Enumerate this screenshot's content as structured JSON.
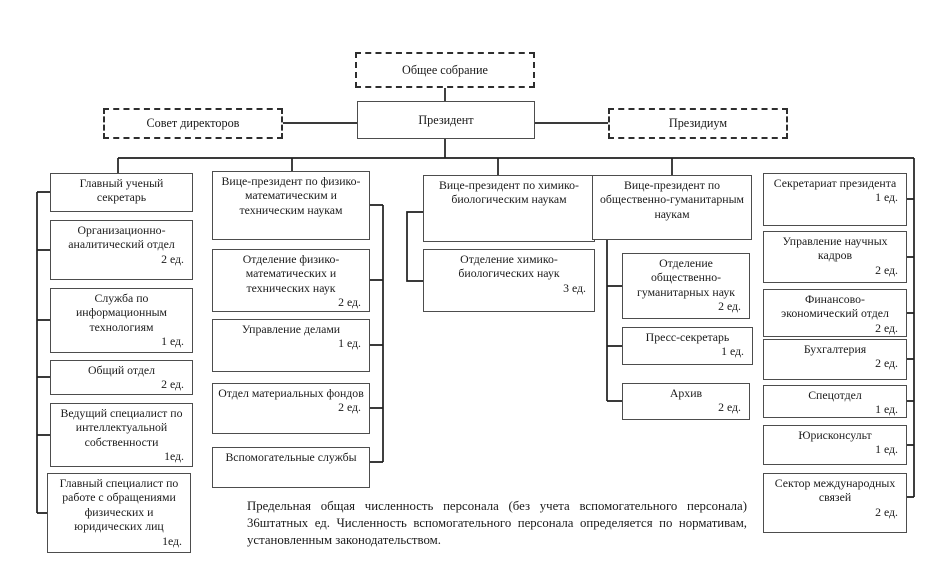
{
  "top_nodes": {
    "general_assembly": "Общее собрание",
    "board_of_directors": "Совет директоров",
    "president": "Президент",
    "presidium": "Президиум"
  },
  "columns": [
    {
      "boxes": [
        {
          "label": "Главный ученый секретарь"
        },
        {
          "label": "Организационно-аналитический отдел",
          "count": "2 ед."
        },
        {
          "label": "Служба по информационным технологиям",
          "count": "1 ед."
        },
        {
          "label": "Общий отдел",
          "count": "2 ед."
        },
        {
          "label": "Ведущий специалист по интеллектуальной собственности",
          "count": "1ед."
        },
        {
          "label": "Главный специалист по работе с обращениями физических и юридических лиц",
          "count": "1ед."
        }
      ]
    },
    {
      "boxes": [
        {
          "label": "Вице-президент по физико-математическим и техническим наукам"
        },
        {
          "label": "Отделение физико-математических и технических наук",
          "count": "2 ед."
        },
        {
          "label": "Управление делами",
          "count": "1 ед."
        },
        {
          "label": "Отдел материальных фондов",
          "count": "2 ед."
        },
        {
          "label": "Вспомогательные службы"
        }
      ]
    },
    {
      "boxes": [
        {
          "label": "Вице-президент по химико-биологическим наукам"
        },
        {
          "label": "Отделение химико-биологических наук",
          "count": "3 ед."
        }
      ]
    },
    {
      "boxes": [
        {
          "label": "Вице-президент по общественно-гуманитарным наукам"
        },
        {
          "label": "Отделение общественно-гуманитарных наук",
          "count": "2 ед."
        },
        {
          "label": "Пресс-секретарь",
          "count": "1 ед."
        },
        {
          "label": "Архив",
          "count": "2 ед."
        }
      ]
    },
    {
      "boxes": [
        {
          "label": "Секретариат президента",
          "count": "1 ед."
        },
        {
          "label": "Управление научных кадров",
          "count": "2 ед."
        },
        {
          "label": "Финансово-экономический отдел",
          "count": "2 ед."
        },
        {
          "label": "Бухгалтерия",
          "count": "2 ед."
        },
        {
          "label": "Спецотдел",
          "count": "1 ед."
        },
        {
          "label": "Юрисконсульт",
          "count": "1 ед."
        },
        {
          "label": "Сектор международных связей",
          "count": "2 ед."
        }
      ]
    }
  ],
  "footnote": "Предельная общая численность персонала (без учета вспомогательного персонала) 36штатных ед. Численность вспомогательного персонала определяется по нормативам, установленным законодательством."
}
